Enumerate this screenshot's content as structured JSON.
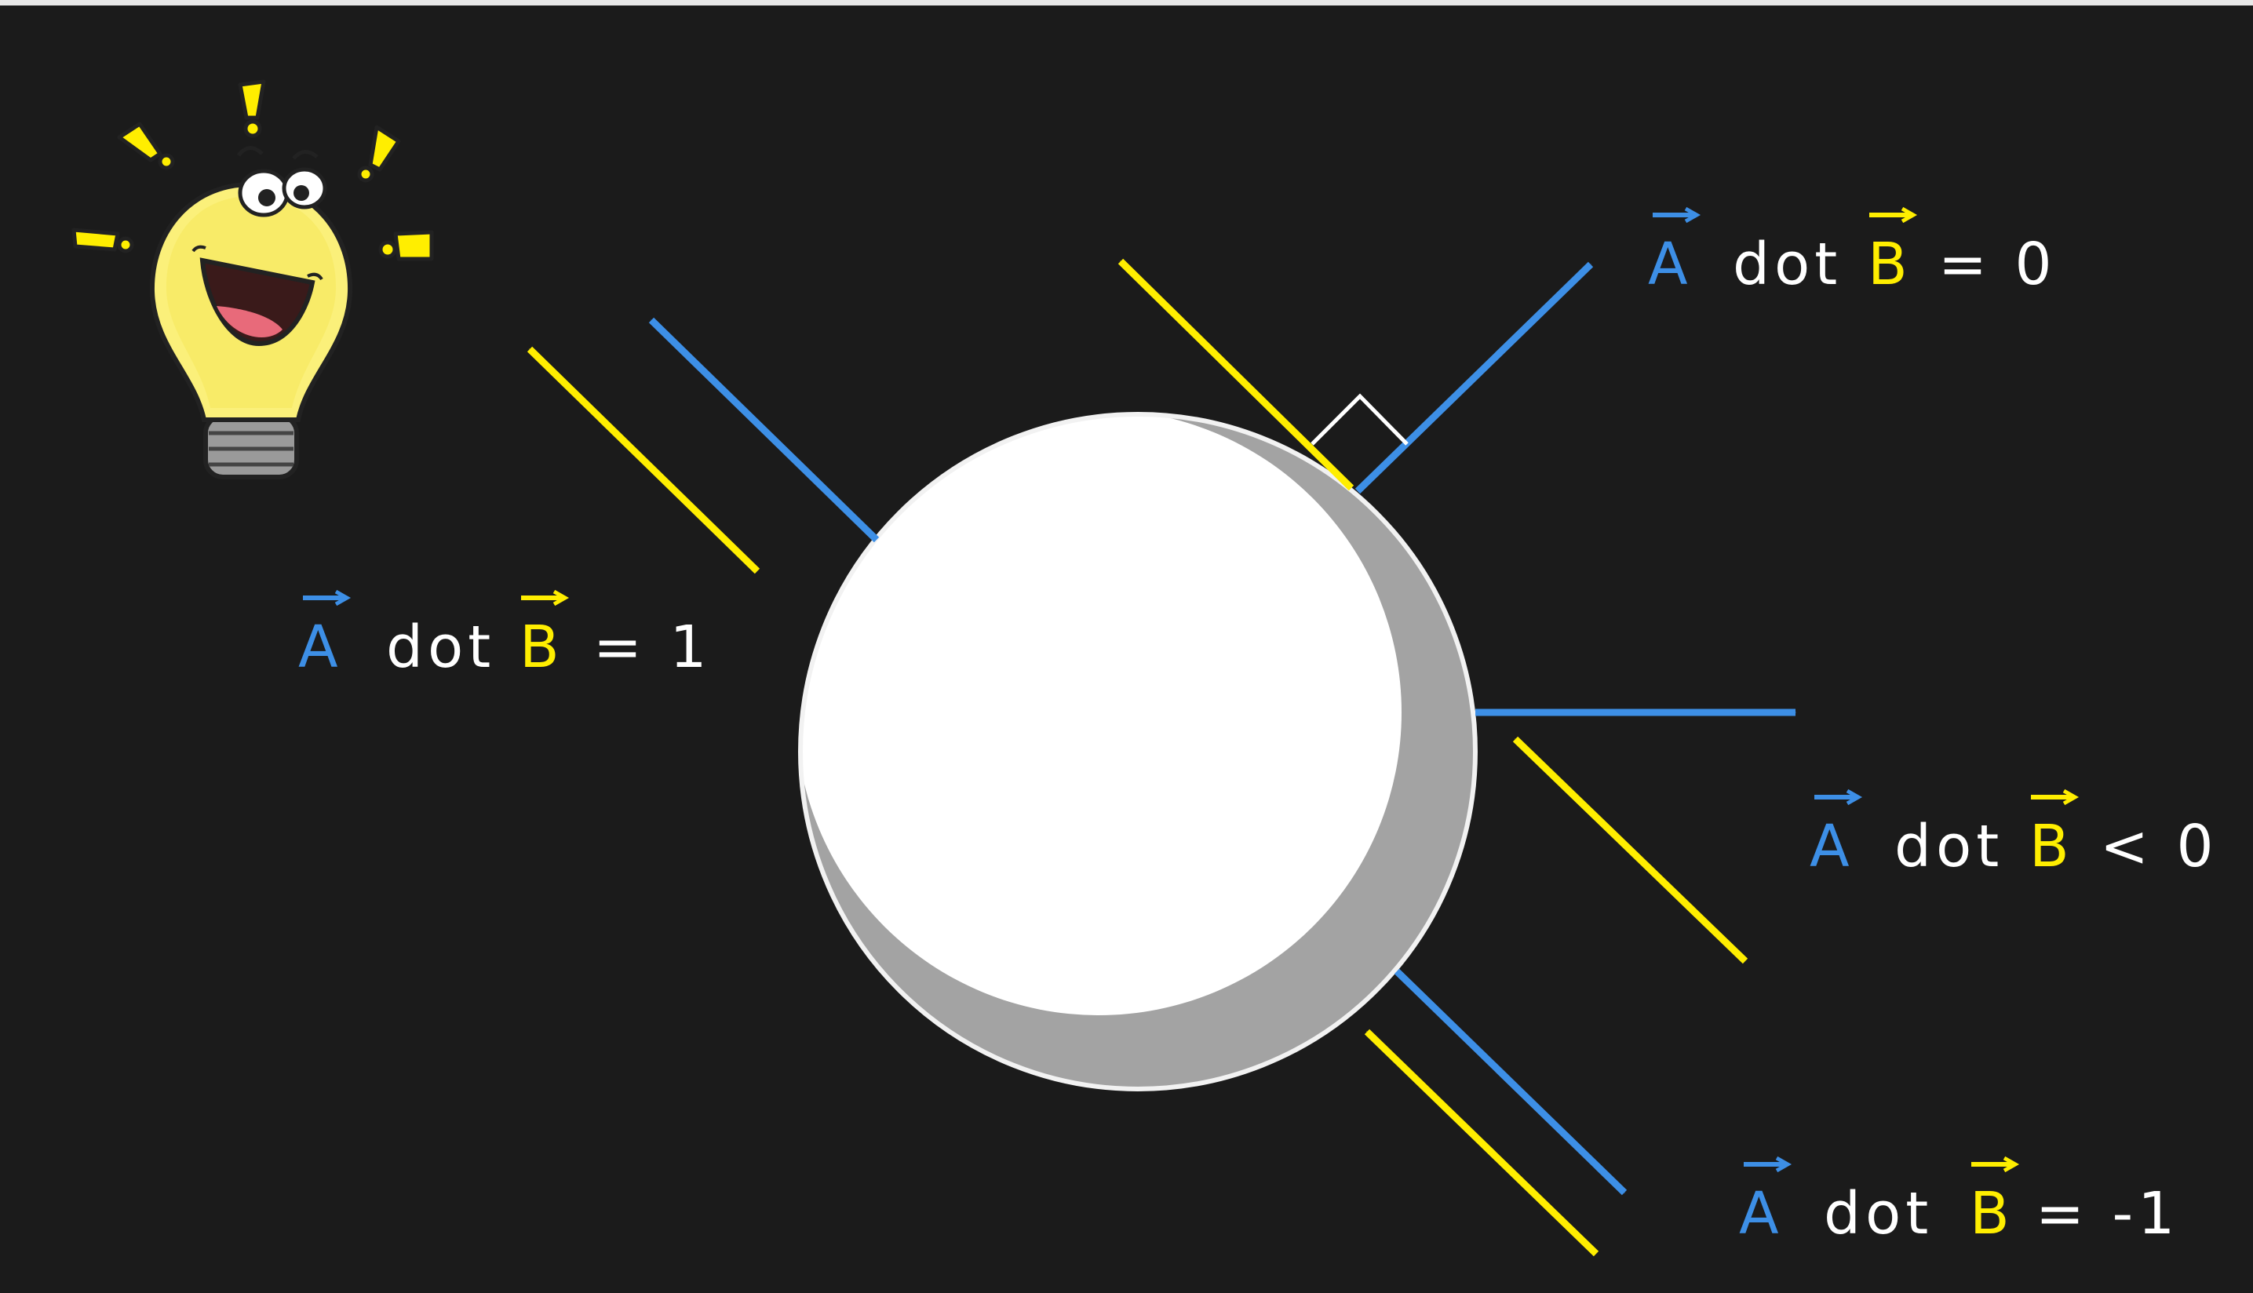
{
  "colors": {
    "background": "#1b1b1b",
    "vector_a": "#3d8fe6",
    "vector_b": "#ffee00",
    "sphere_lit": "#ffffff",
    "sphere_shadow": "#a3a3a3",
    "text": "#ffffff"
  },
  "icon": "lightbulb-idea-icon",
  "labels": [
    {
      "id": "parallel",
      "a": "A",
      "dot": "dot",
      "b": "B",
      "relation": "= 1"
    },
    {
      "id": "perpendicular",
      "a": "A",
      "dot": "dot",
      "b": "B",
      "relation": "= 0"
    },
    {
      "id": "obtuse",
      "a": "A",
      "dot": "dot",
      "b": "B",
      "relation": "< 0"
    },
    {
      "id": "opposite",
      "a": "A",
      "dot": "dot",
      "b": "B",
      "relation": "= -1"
    }
  ]
}
